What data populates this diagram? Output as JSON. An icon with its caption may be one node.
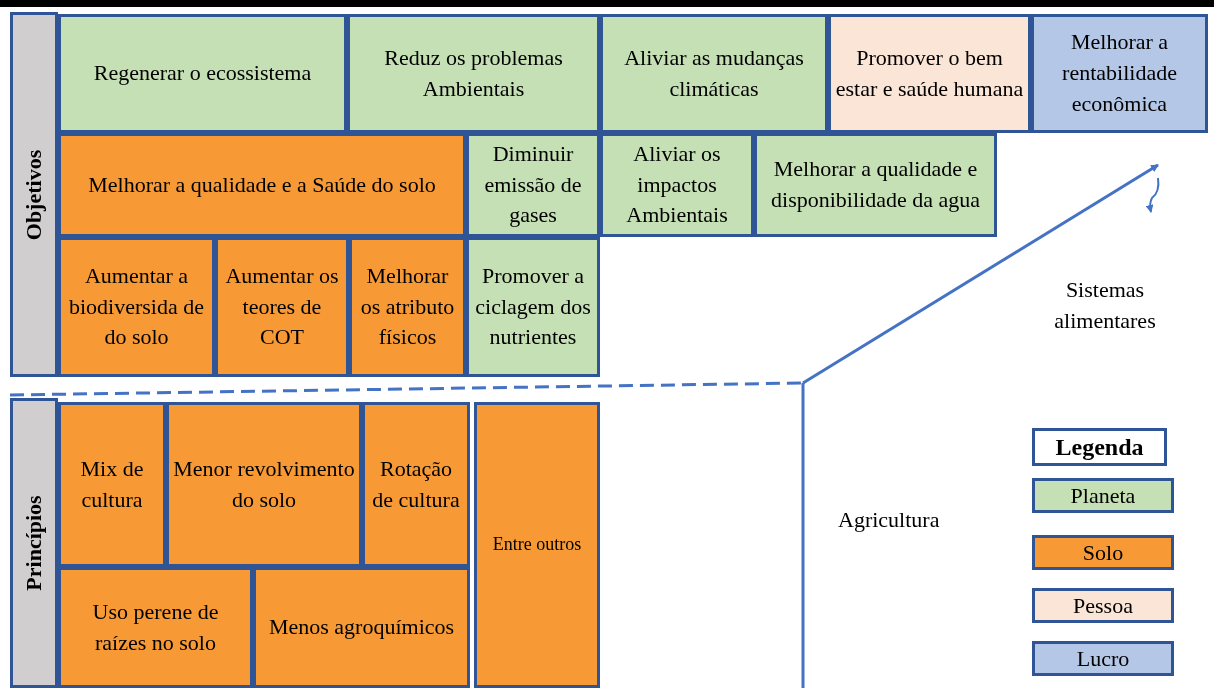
{
  "diagram": {
    "nodes": [
      {
        "text": [
          "Objetivos"
        ]
      },
      {
        "text": [
          "Regenerar o ecossistema"
        ]
      },
      {
        "text": [
          "Reduz os problemas Ambientais"
        ]
      },
      {
        "text": [
          "Aliviar as mudanças climáticas"
        ]
      },
      {
        "text": [
          "Promover o bem estar e saúde humana"
        ]
      },
      {
        "text": [
          "Melhorar a rentabilidade econômica"
        ]
      },
      {
        "text": [
          "Melhorar a qualidade e a Saúde do solo"
        ]
      },
      {
        "text": [
          "Diminuir emissão de gases"
        ]
      },
      {
        "text": [
          "Aliviar os impactos Ambientais"
        ]
      },
      {
        "text": [
          "Melhorar a qualidade e disponibilidade da agua"
        ]
      },
      {
        "text": [
          "Aumentar a biodiversida de do solo"
        ]
      },
      {
        "text": [
          "Aumentar os teores de COT"
        ]
      },
      {
        "text": [
          "Melhorar os atributo físicos"
        ]
      },
      {
        "text": [
          "Promover a ciclagem dos nutrientes"
        ]
      },
      {
        "text": [
          "Princípios"
        ]
      },
      {
        "text": [
          "Mix de cultura"
        ]
      },
      {
        "text": [
          "Menor revolvimento do solo"
        ]
      },
      {
        "text": [
          "Rotação de cultura"
        ]
      },
      {
        "text": [
          "Entre outros"
        ]
      },
      {
        "text": [
          "Uso perene de raízes no solo"
        ]
      },
      {
        "text": [
          "Menos agroquímicos"
        ]
      }
    ],
    "labels": [
      "Sistemas alimentares",
      "Agricultura",
      "Legenda"
    ],
    "legend": [
      {
        "text": "Planeta",
        "color": "#c5e0b4"
      },
      {
        "text": "Solo",
        "color": "#f79a36"
      },
      {
        "text": "Pessoa",
        "color": "#fbe5d6"
      },
      {
        "text": "Lucro",
        "color": "#b4c7e7"
      }
    ]
  }
}
